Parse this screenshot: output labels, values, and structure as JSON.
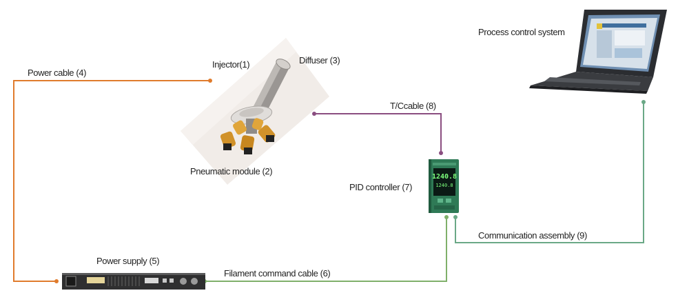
{
  "labels": {
    "injector": "Injector(1)",
    "diffuser": "Diffuser (3)",
    "pneumatic_module": "Pneumatic module (2)",
    "power_cable": "Power cable (4)",
    "power_supply": "Power supply (5)",
    "filament_cable": "Filament command cable (6)",
    "pid_controller": "PID controller (7)",
    "tc_cable": "T/Ccable (8)",
    "communication": "Communication assembly (9)",
    "process_control": "Process control system"
  },
  "pid_display": {
    "main_value": "1240.8",
    "sub_value": "1240.8"
  },
  "colors": {
    "power_cable": "#e07b2c",
    "tc_cable": "#8a4d80",
    "communication": "#6aa886",
    "filament": "#7fb06a",
    "pid_body": "#2f7a56",
    "pid_screen": "#0b1a14"
  }
}
